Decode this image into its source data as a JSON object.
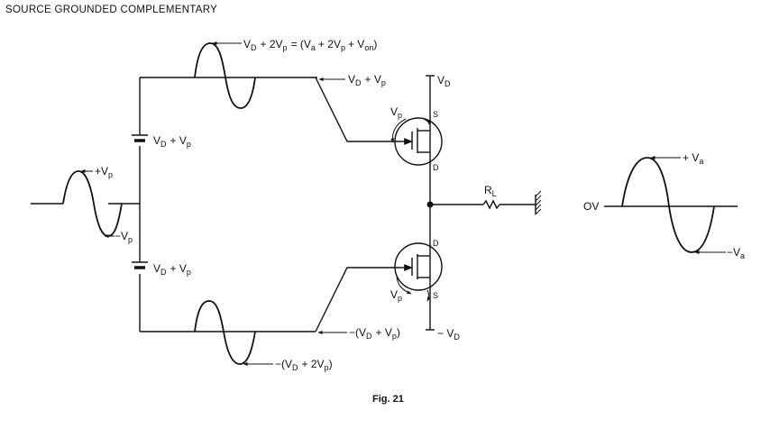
{
  "title": "SOURCE GROUNDED COMPLEMENTARY",
  "caption": "Fig. 21",
  "labels": {
    "top_wave_main": "V",
    "top_wave_sub_d": "D",
    "top_wave_plus2v": "+ 2V",
    "top_wave_sub_p": "p",
    "top_wave_eq": "= (V",
    "top_wave_sub_a": "a",
    "top_wave_plus2v_b": "+ 2V",
    "top_wave_sub_p_b": "p",
    "top_wave_plus_v": "+ V",
    "top_wave_sub_on": "on",
    "top_wave_close": ")",
    "vd_vp_v": "V",
    "vd_vp_d": "D",
    "vd_vp_plus": "+ V",
    "vd_vp_p": "p",
    "rail_vd_v": "V",
    "rail_vd_d": "D",
    "batt1_v": "V",
    "batt1_d": "D",
    "batt1_plus": "+ V",
    "batt1_p": "p",
    "batt2_v": "V",
    "batt2_d": "D",
    "batt2_plus": "+ V",
    "batt2_p": "p",
    "input_pos": "+V",
    "input_pos_p": "p",
    "input_neg": "−V",
    "input_neg_p": "p",
    "q1_vp": "V",
    "q1_vp_p": "p",
    "q1_s": "S",
    "q1_d": "D",
    "q2_d": "D",
    "q2_s": "S",
    "q2_vp": "V",
    "q2_vp_p": "p",
    "rl": "R",
    "rl_sub": "L",
    "bot_vd_vp_a": "−(V",
    "bot_vd_vp_d": "D",
    "bot_vd_vp_b": "+ V",
    "bot_vd_vp_p": "p",
    "bot_vd_vp_c": ")",
    "rail_neg_vd": "− V",
    "rail_neg_vd_d": "D",
    "bot_wave_a": "−(V",
    "bot_wave_d": "D",
    "bot_wave_b": "+ 2V",
    "bot_wave_p": "p",
    "bot_wave_c": ")",
    "out_pos": "+ V",
    "out_pos_a": "a",
    "out_ov": "OV",
    "out_neg": "−V",
    "out_neg_a": "a"
  }
}
